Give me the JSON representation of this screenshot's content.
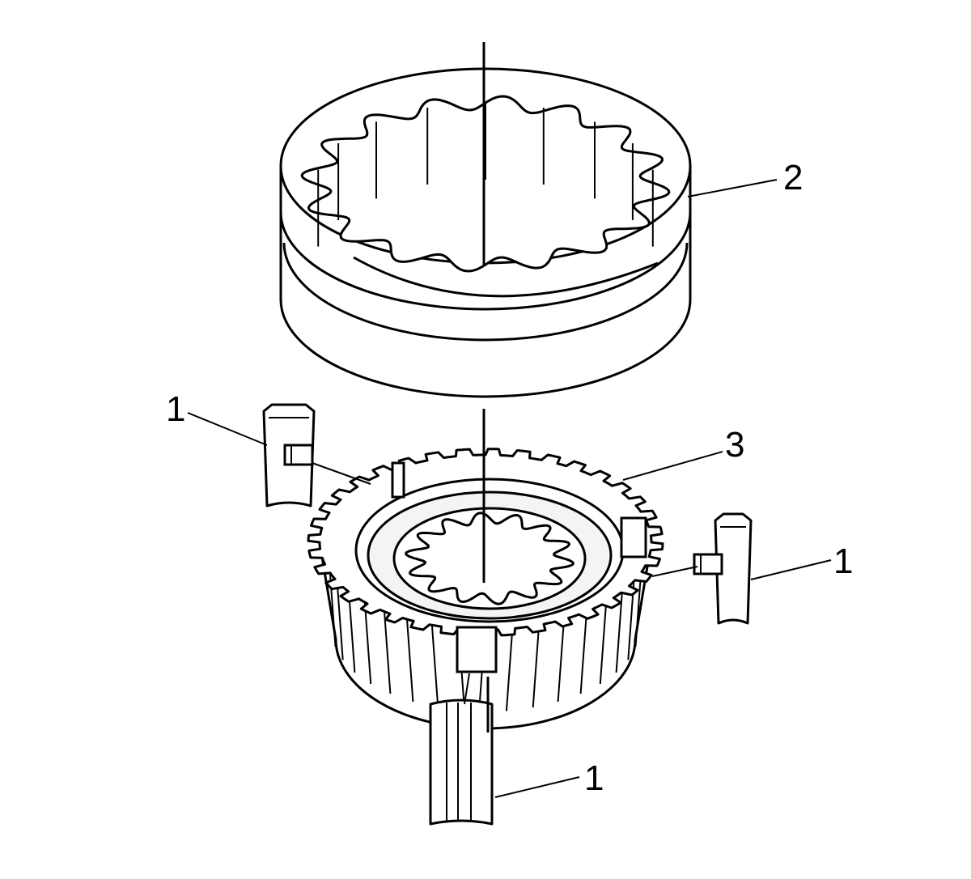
{
  "callouts": [
    {
      "id": "label-2",
      "text": "2"
    },
    {
      "id": "label-3",
      "text": "3"
    },
    {
      "id": "label-1-left",
      "text": "1"
    },
    {
      "id": "label-1-right",
      "text": "1"
    },
    {
      "id": "label-1-bottom",
      "text": "1"
    }
  ],
  "colors": {
    "line": "#000000",
    "fill": "#ffffff",
    "shade": "#f4f4f4"
  }
}
